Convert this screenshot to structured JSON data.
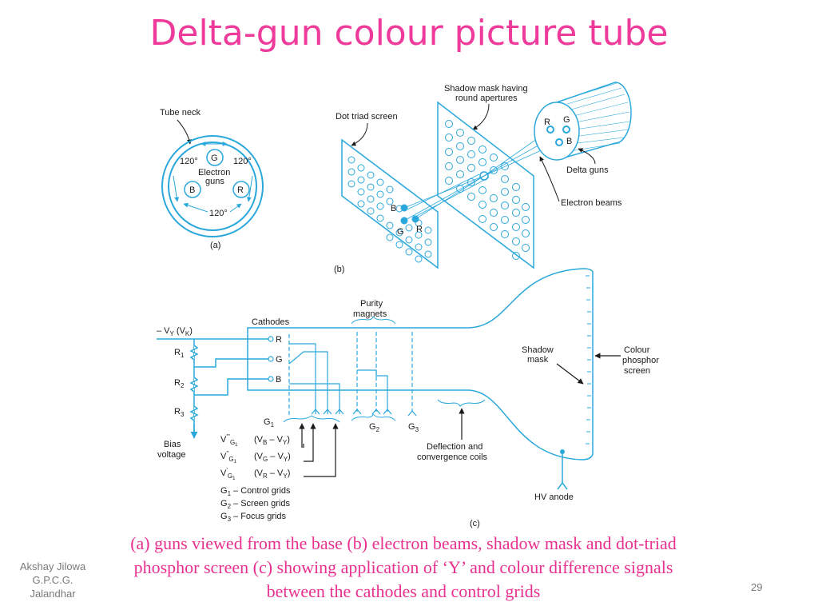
{
  "title": "Delta-gun colour picture tube",
  "caption": {
    "line1": "(a) guns viewed from the base (b) electron beams, shadow mask and dot-triad",
    "line2": "phosphor screen (c) showing application of ‘Y’ and colour difference signals",
    "line3": "between the cathodes and control grids"
  },
  "author": {
    "name": "Akshay Jilowa",
    "college": "G.P.C.G.",
    "city": "Jalandhar"
  },
  "page_number": "29",
  "diagram_a": {
    "tube_neck": "Tube neck",
    "angle_left": "120°",
    "angle_right": "120°",
    "angle_bottom": "120°",
    "guns_line1": "Electron",
    "guns_line2": "guns",
    "gun_g": "G",
    "gun_b": "B",
    "gun_r": "R",
    "tag": "(a)"
  },
  "diagram_b": {
    "dot_triad_screen": "Dot triad screen",
    "mask_line1": "Shadow mask having",
    "mask_line2": "round apertures",
    "delta_guns": "Delta guns",
    "electron_beams": "Electron beams",
    "gun_r": "R",
    "gun_g": "G",
    "gun_b": "B",
    "triad_b": "B",
    "triad_g": "G",
    "triad_r": "R",
    "tag": "(b)"
  },
  "diagram_c": {
    "vy_label": "– V",
    "vy_sub": "Y",
    "vk_label": " (V",
    "vk_sub": "K",
    "vk_close": ")",
    "cathodes": "Cathodes",
    "cathode_r": "R",
    "cathode_g": "G",
    "cathode_b": "B",
    "r_main": "R",
    "r1_sub": "1",
    "r2_sub": "2",
    "r3_sub": "3",
    "bias_line1": "Bias",
    "bias_line2": "voltage",
    "purity_line1": "Purity",
    "purity_line2": "magnets",
    "g_main": "G",
    "g1_sub": "1",
    "g2_sub": "2",
    "g3_sub": "3",
    "shadow_line1": "Shadow",
    "shadow_line2": "mask",
    "phosphor_line1": "Colour",
    "phosphor_line2": "phosphor",
    "phosphor_line3": "screen",
    "deflection_line1": "Deflection and",
    "deflection_line2": "convergence coils",
    "hv_anode": "HV anode",
    "v_main": "V",
    "vg1_b_mark": "'''",
    "vg1_g_mark": "''",
    "vg1_r_mark": "'",
    "sig_b": "(V",
    "sig_b_sub": "B",
    "sig_g": "(V",
    "sig_g_sub": "G",
    "sig_r": "(V",
    "sig_r_sub": "R",
    "sig_minus": " – V",
    "sig_y_sub": "Y",
    "sig_close": ")",
    "legend1": "– Control grids",
    "legend2": "– Screen grids",
    "legend3": "– Focus grids",
    "tag": "(c)"
  }
}
